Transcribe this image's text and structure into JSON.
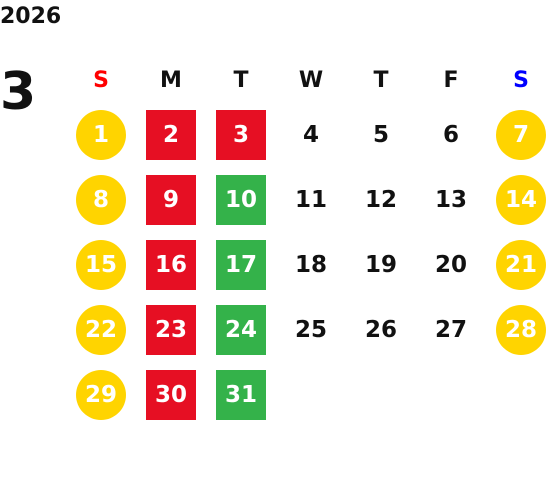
{
  "calendar": {
    "year": "2026",
    "month": "3",
    "weekdays": [
      "S",
      "M",
      "T",
      "W",
      "T",
      "F",
      "S"
    ],
    "weekday_colors": [
      "#ff0000",
      "#111111",
      "#111111",
      "#111111",
      "#111111",
      "#111111",
      "#0000ff"
    ],
    "start_weekday": 0,
    "days": [
      {
        "label": "1",
        "marker": "circle",
        "color": "#ffd400"
      },
      {
        "label": "2",
        "marker": "square",
        "color": "#e60f23"
      },
      {
        "label": "3",
        "marker": "square",
        "color": "#e60f23"
      },
      {
        "label": "4"
      },
      {
        "label": "5"
      },
      {
        "label": "6"
      },
      {
        "label": "7",
        "marker": "circle",
        "color": "#ffd400"
      },
      {
        "label": "8",
        "marker": "circle",
        "color": "#ffd400"
      },
      {
        "label": "9",
        "marker": "square",
        "color": "#e60f23"
      },
      {
        "label": "10",
        "marker": "square",
        "color": "#34b24a"
      },
      {
        "label": "11"
      },
      {
        "label": "12"
      },
      {
        "label": "13"
      },
      {
        "label": "14",
        "marker": "circle",
        "color": "#ffd400"
      },
      {
        "label": "15",
        "marker": "circle",
        "color": "#ffd400"
      },
      {
        "label": "16",
        "marker": "square",
        "color": "#e60f23"
      },
      {
        "label": "17",
        "marker": "square",
        "color": "#34b24a"
      },
      {
        "label": "18"
      },
      {
        "label": "19"
      },
      {
        "label": "20"
      },
      {
        "label": "21",
        "marker": "circle",
        "color": "#ffd400"
      },
      {
        "label": "22",
        "marker": "circle",
        "color": "#ffd400"
      },
      {
        "label": "23",
        "marker": "square",
        "color": "#e60f23"
      },
      {
        "label": "24",
        "marker": "square",
        "color": "#34b24a"
      },
      {
        "label": "25"
      },
      {
        "label": "26"
      },
      {
        "label": "27"
      },
      {
        "label": "28",
        "marker": "circle",
        "color": "#ffd400"
      },
      {
        "label": "29",
        "marker": "circle",
        "color": "#ffd400"
      },
      {
        "label": "30",
        "marker": "square",
        "color": "#e60f23"
      },
      {
        "label": "31",
        "marker": "square",
        "color": "#34b24a"
      }
    ]
  }
}
